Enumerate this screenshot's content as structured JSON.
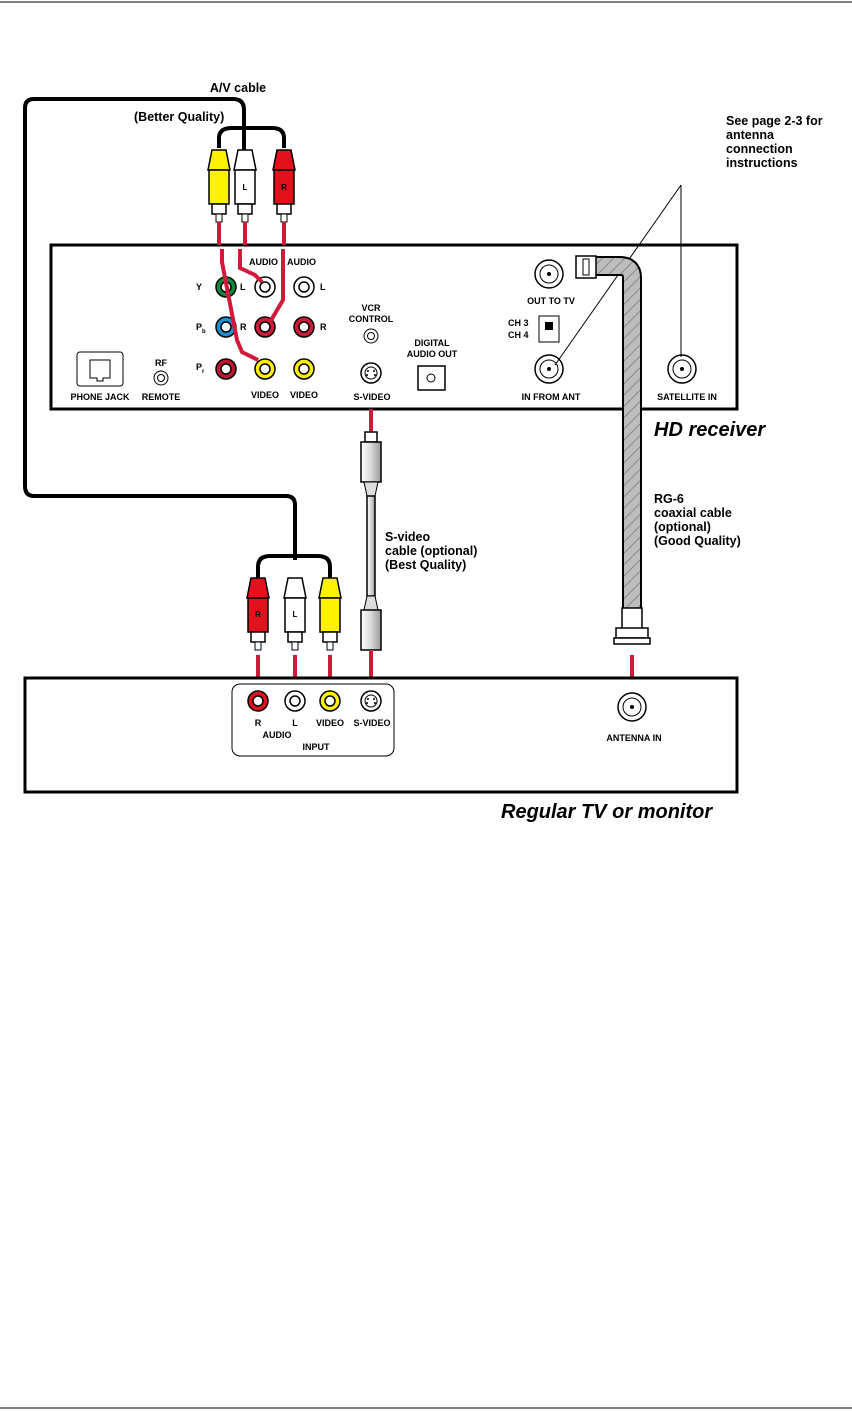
{
  "captions": {
    "av_cable": "A/V cable",
    "better_quality": "(Better Quality)",
    "antenna_note": [
      "See page 2-3 for",
      "antenna",
      "connection",
      "instructions"
    ],
    "hd_receiver": "HD receiver",
    "svideo_cable": [
      "S-video",
      "cable (optional)",
      "(Best Quality)"
    ],
    "coax_cable": [
      "RG-6",
      "coaxial cable",
      "(optional)",
      "(Good Quality)"
    ],
    "regular_tv": "Regular TV or monitor"
  },
  "receiver": {
    "phone_jack": "PHONE JACK",
    "rf": "RF",
    "remote": "REMOTE",
    "y": "Y",
    "pb": "P",
    "pb_sub": "b",
    "pr": "P",
    "pr_sub": "r",
    "audio1": "AUDIO",
    "audio2": "AUDIO",
    "l1": "L",
    "l2": "L",
    "r1": "R",
    "r2": "R",
    "video1": "VIDEO",
    "video2": "VIDEO",
    "vcr_control": [
      "VCR",
      "CONTROL"
    ],
    "svideo": "S-VIDEO",
    "digital_audio": [
      "DIGITAL",
      "AUDIO OUT"
    ],
    "out_to_tv": "OUT TO TV",
    "ch3": "CH 3",
    "ch4": "CH 4",
    "in_from_ant": "IN FROM ANT",
    "satellite_in": "SATELLITE IN"
  },
  "tv": {
    "r": "R",
    "l": "L",
    "video": "VIDEO",
    "svideo": "S-VIDEO",
    "audio": "AUDIO",
    "input": "INPUT",
    "antenna_in": "ANTENNA IN"
  },
  "plugs": {
    "top_l": "L",
    "top_r": "R",
    "bottom_r": "R",
    "bottom_l": "L"
  },
  "colors": {
    "red": "#e3101d",
    "yellow": "#fff200",
    "green": "#0e8a3c",
    "blue": "#1e8fd0",
    "cable_red": "#d11a3a",
    "coax_gray": "#b8b8b8"
  }
}
